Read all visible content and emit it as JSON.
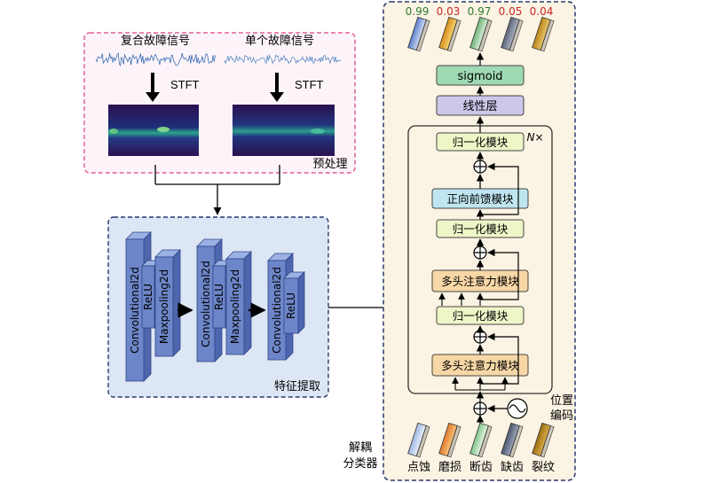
{
  "preprocess": {
    "composite_label": "复合故障信号",
    "single_label": "单个故障信号",
    "stft_left": "STFT",
    "stft_right": "STFT",
    "caption": "预处理"
  },
  "feature": {
    "caption": "特征提取",
    "block1": {
      "conv": "Convolutional2d",
      "relu": "ReLU",
      "pool": "Maxpooling2d"
    },
    "block2": {
      "conv": "Convolutional2d",
      "relu": "ReLU",
      "pool": "Maxpooling2d"
    },
    "block3": {
      "conv": "Convolutional2d",
      "relu": "ReLU"
    }
  },
  "classifier": {
    "caption_line1": "解耦",
    "caption_line2": "分类器",
    "scores": [
      "0.99",
      "0.03",
      "0.97",
      "0.05",
      "0.04"
    ],
    "score_colors": [
      "#2e7d32",
      "#c62828",
      "#2e7d32",
      "#c62828",
      "#c62828"
    ],
    "sigmoid": "sigmoid",
    "linear": "线性层",
    "repeat": "N×",
    "norm_top": "归一化模块",
    "ffn": "正向前馈模块",
    "norm_mid": "归一化模块",
    "mha_top": "多头注意力模块",
    "norm_low": "归一化模块",
    "mha_low": "多头注意力模块",
    "pos_enc_line1": "位置",
    "pos_enc_line2": "编码",
    "labels": [
      "点蚀",
      "磨损",
      "断齿",
      "缺齿",
      "裂纹"
    ]
  },
  "colors": {
    "pink_border": "#e0609c",
    "navy_border": "#2a3a6e",
    "feature_bg": "#dde6f4",
    "classifier_bg": "#fbf3e3",
    "sigmoid_fill": "#9fd9b4",
    "linear_fill": "#cbc8ea",
    "norm_fill": "#eef6c8",
    "ffn_fill": "#bfe6f0",
    "mha_fill": "#f7d7a6",
    "cnn_fill": "#6d86c9"
  }
}
